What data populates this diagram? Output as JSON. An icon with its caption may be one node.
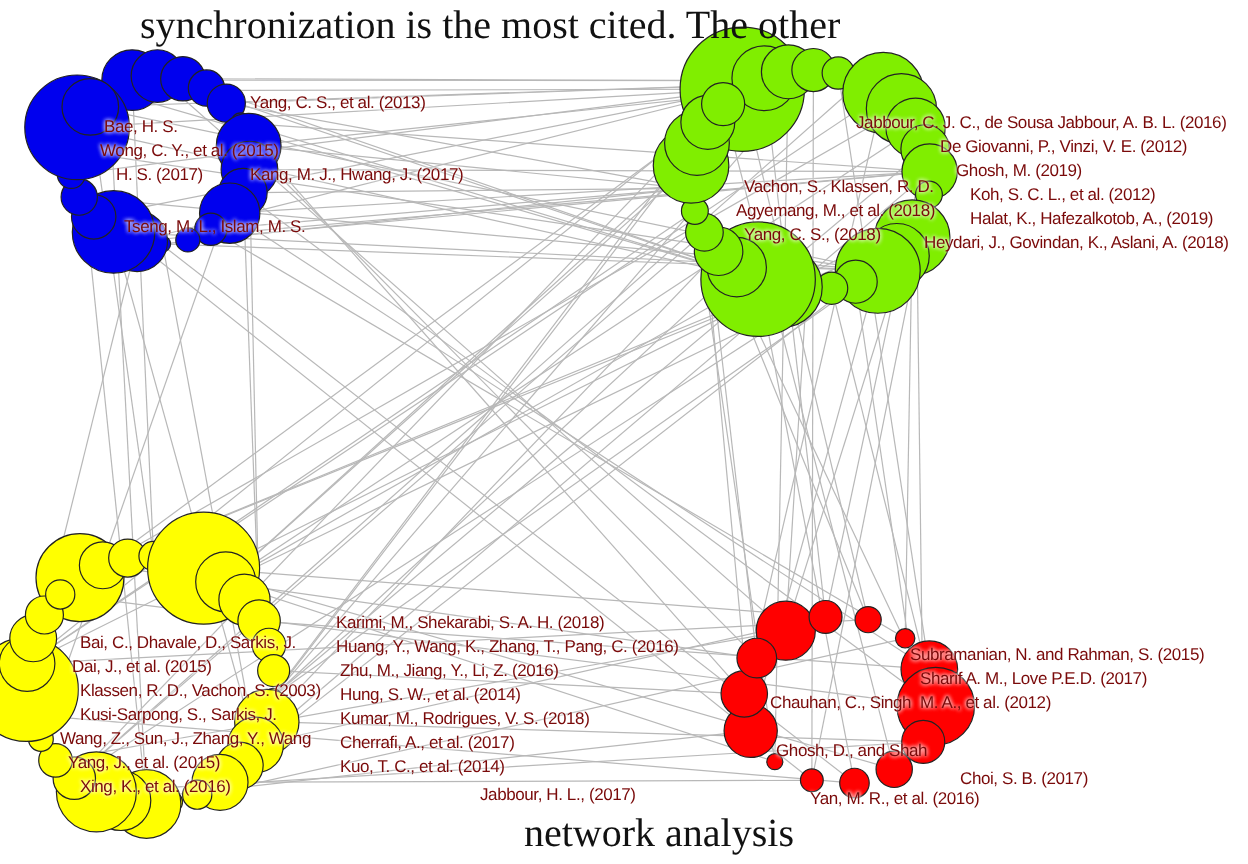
{
  "diagram": {
    "labels": [
      "synchronization is the most cited. The other",
      "Yang, C. S., et al. (2013)",
      "Bae, H. S.",
      "Wong, C. Y., et al. (2015)",
      "H. S. (2017)",
      "Kang, M. J., Hwang, J. (2017)",
      "Tseng, M. L., Islam, M. S.",
      "Jabbour, C. J. C., de Sousa Jabbour, A. B. L. (2016)",
      "De Giovanni, P., Vinzi, V. E. (2012)",
      "Ghosh, M. (2019)",
      "Vachon, S., Klassen, R. D.",
      "Koh, S. C. L., et al. (2012)",
      "Agyemang, M., et al. (2018)",
      "Halat, K., Hafezalkotob, A., (2019)",
      "Yang, C. S., (2018)",
      "Heydari, J., Govindan, K., Aslani, A. (2018)",
      "Karimi, M., Shekarabi, S. A. H. (2018)",
      "Bai, C., Dhavale, D., Sarkis, J.",
      "Huang, Y., Wang, K., Zhang, T., Pang, C. (2016)",
      "Dai, J., et al. (2015)",
      "Zhu, M., Jiang, Y., Li, Z. (2016)",
      "Klassen, R. D., Vachon, S. (2003)",
      "Hung, S. W., et al. (2014)",
      "Kusi-Sarpong, S., Sarkis, J.",
      "Kumar, M., Rodrigues, V. S. (2018)",
      "Wang, Z., Sun, J., Zhang, Y., Wang",
      "Cherrafi, A., et al. (2017)",
      "Yang, J., et al. (2015)",
      "Kuo, T. C., et al. (2014)",
      "Xing, K., et al. (2016)",
      "Jabbour, H. L., (2017)",
      "Subramanian, N. and Rahman, S. (2015)",
      "Sharif A. M., Love P.E.D. (2017)",
      "Chauhan, C., Singh",
      "M. A., et al. (2012)",
      "Ghosh, D., and Shah",
      "Choi, S. B. (2017)",
      "Yan, M. R., et al. (2016)",
      "network analysis"
    ]
  }
}
